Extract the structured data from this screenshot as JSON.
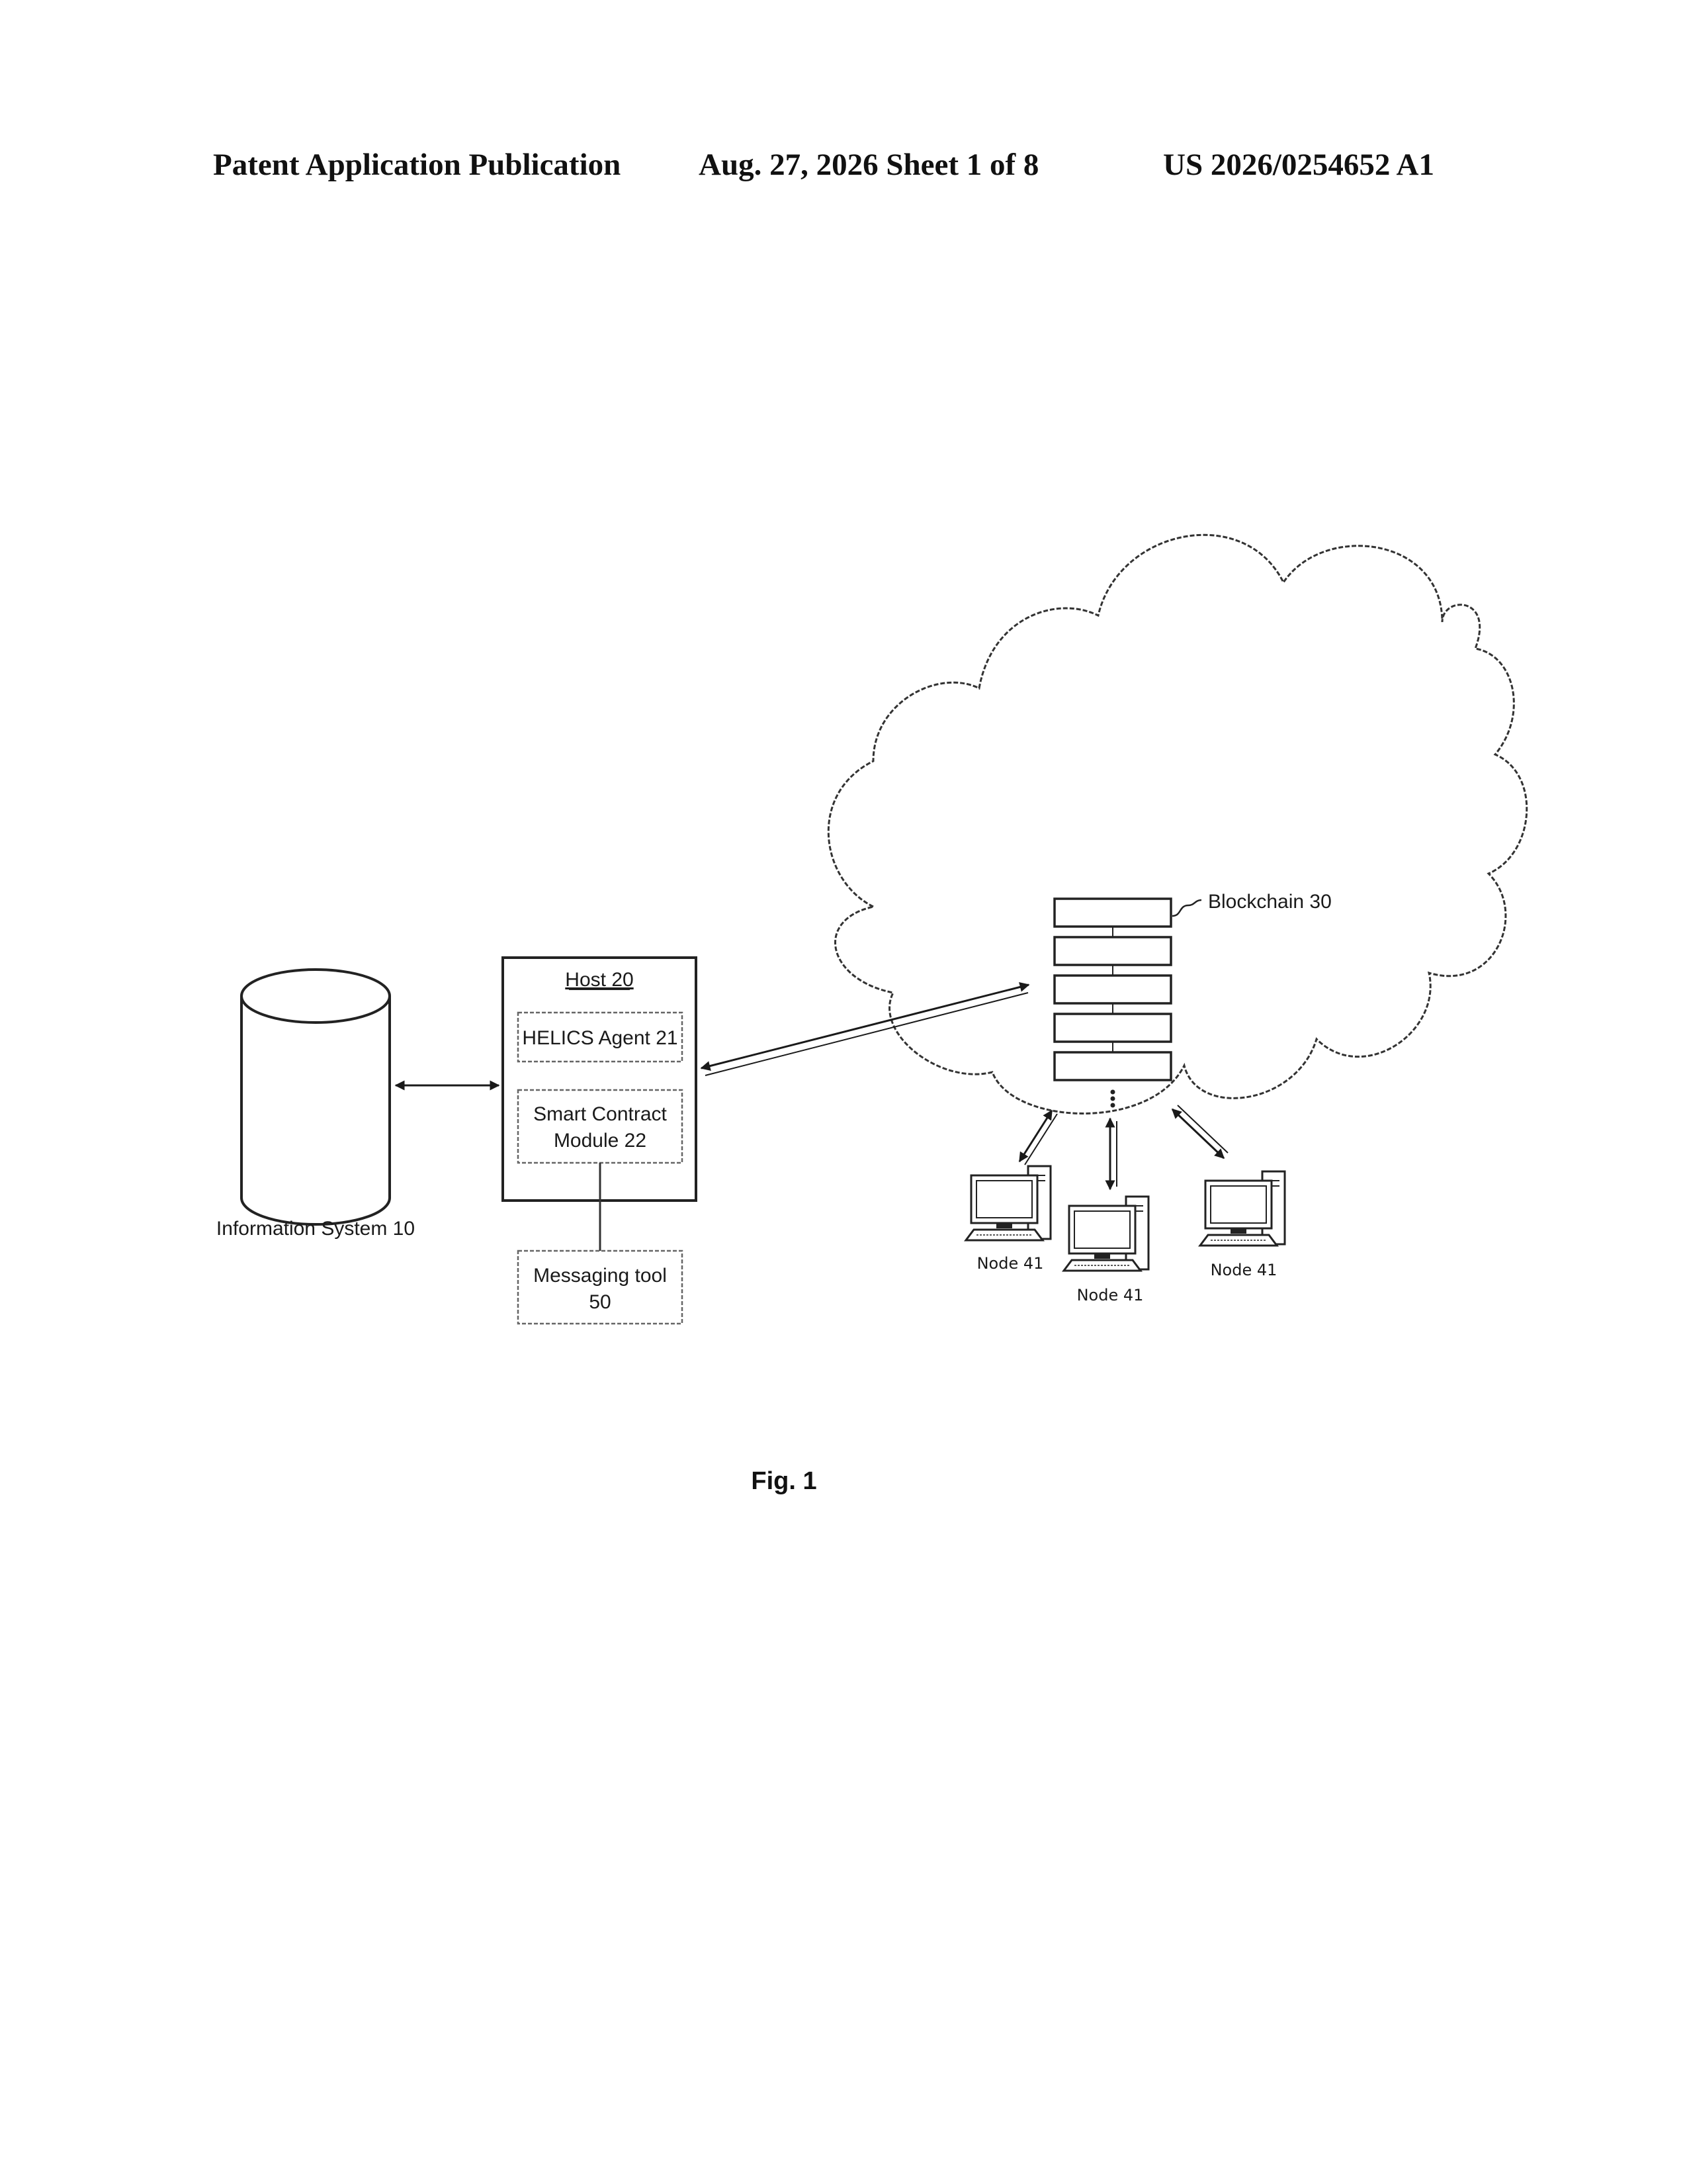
{
  "header": {
    "publication": "Patent Application Publication",
    "date_sheet": "Aug. 27, 2026  Sheet 1 of 8",
    "number": "US 2026/0254652 A1"
  },
  "figure": {
    "information_system": "Information System 10",
    "host": "Host 20",
    "helics_agent": "HELICS Agent 21",
    "smart_contract_line1": "Smart Contract",
    "smart_contract_line2": "Module 22",
    "messaging_line1": "Messaging tool",
    "messaging_line2": "50",
    "blockchain": "Blockchain 30",
    "node_left": "Node 41",
    "node_center": "Node 41",
    "node_right": "Node 41",
    "caption": "Fig. 1"
  }
}
